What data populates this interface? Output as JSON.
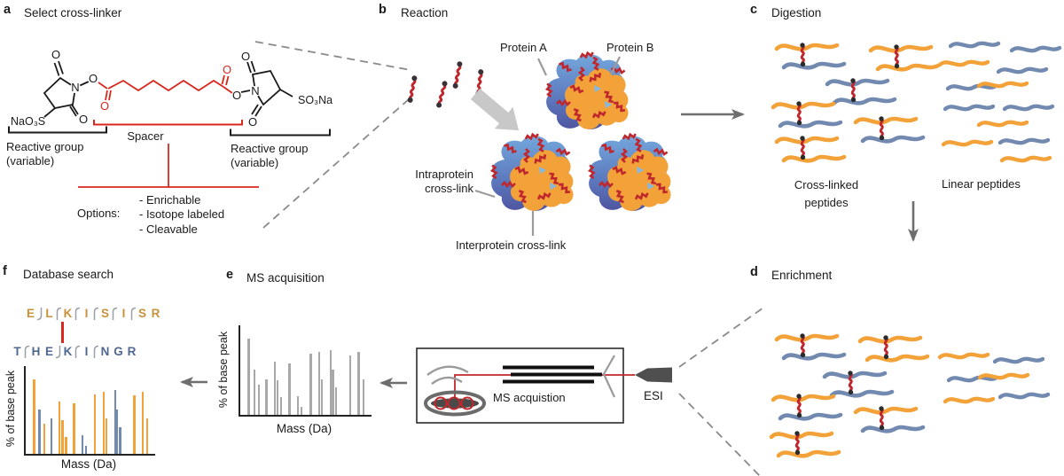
{
  "glyphs": {
    "O": "O",
    "N": "N"
  },
  "colors": {
    "peptide_orange": "#F2A239",
    "peptide_blue": "#7289B0",
    "crosslink_red": "#C0272D",
    "structure_red": "#D7281E",
    "spectrum_gray": "#A8A8A8",
    "arrow_gray": "#6E6E6E",
    "seq_orange": "#C8923B",
    "seq_blue": "#4F678F"
  },
  "panel_a": {
    "label": "a",
    "title": "Select cross-linker",
    "left_salt": "NaO₃S",
    "right_salt": "SO₃Na",
    "spacer_label": "Spacer",
    "reactive_group_left": "Reactive group",
    "reactive_group_left_sub": "(variable)",
    "reactive_group_right": "Reactive group",
    "reactive_group_right_sub": "(variable)",
    "options_label": "Options:",
    "options": [
      "- Enrichable",
      "- Isotope labeled",
      "- Cleavable"
    ]
  },
  "panel_b": {
    "label": "b",
    "title": "Reaction",
    "protein_a_label": "Protein A",
    "protein_b_label": "Protein B",
    "intraprotein_label_line1": "Intraprotein",
    "intraprotein_label_line2": "cross-link",
    "interprotein_label": "Interprotein cross-link"
  },
  "panel_c": {
    "label": "c",
    "title": "Digestion",
    "crosslinked_label_line1": "Cross-linked",
    "crosslinked_label_line2": "peptides",
    "linear_label": "Linear peptides"
  },
  "panel_d": {
    "label": "d",
    "title": "Enrichment"
  },
  "panel_e": {
    "label": "e",
    "title": "MS acquisition",
    "ylabel": "% of base peak",
    "xlabel": "Mass (Da)"
  },
  "instrument": {
    "box_label": "MS acquistion",
    "esi_label": "ESI"
  },
  "panel_f": {
    "label": "f",
    "title": "Database search",
    "ylabel": "% of base peak",
    "xlabel": "Mass (Da)",
    "peptide_alpha": {
      "sequence": "ELKISISR",
      "letters": [
        "E",
        "L",
        "K",
        "I",
        "S",
        "I",
        "S",
        "R"
      ],
      "color": "#C8923B",
      "marks": [
        {
          "gap": 1,
          "dir": "down"
        },
        {
          "gap": 2,
          "dir": "up"
        },
        {
          "gap": 3,
          "dir": "up"
        },
        {
          "gap": 4,
          "dir": "up"
        },
        {
          "gap": 5,
          "dir": "up"
        },
        {
          "gap": 6,
          "dir": "up"
        }
      ],
      "crosslink_residue": "K",
      "crosslink_residue_index": 2
    },
    "peptide_beta": {
      "sequence": "THEKINGR",
      "letters": [
        "T",
        "H",
        "E",
        "K",
        "I",
        "N",
        "G",
        "R"
      ],
      "color": "#4F678F",
      "marks": [
        {
          "gap": 1,
          "dir": "up"
        },
        {
          "gap": 3,
          "dir": "down"
        },
        {
          "gap": 4,
          "dir": "up"
        },
        {
          "gap": 5,
          "dir": "up"
        }
      ],
      "crosslink_residue": "K",
      "crosslink_residue_index": 3
    }
  },
  "chart_data": [
    {
      "id": "panel_e_ms_spectrum",
      "type": "bar",
      "title": "MS acquisition",
      "xlabel": "Mass (Da)",
      "ylabel": "% of base peak",
      "axis_ticks": "none",
      "x_positions_pct": [
        5.6,
        9.9,
        13.4,
        19.0,
        25.4,
        27.5,
        30.3,
        36.6,
        43.0,
        45.8,
        52.8,
        59.4,
        61.4,
        68.3,
        69.9,
        72.0,
        83.1,
        89.4,
        93.0
      ],
      "values": [
        100,
        59,
        40,
        47,
        70,
        45,
        23,
        68,
        25,
        11,
        80,
        83,
        47,
        85,
        59,
        36,
        78,
        83,
        47
      ],
      "bar_color": "#A8A8A8"
    },
    {
      "id": "panel_f_annotated_spectrum",
      "type": "bar",
      "title": "Database search",
      "xlabel": "Mass (Da)",
      "ylabel": "% of base peak",
      "axis_ticks": "none",
      "x_positions_pct": [
        5.6,
        9.9,
        13.4,
        19.0,
        25.4,
        27.5,
        30.3,
        36.6,
        43.0,
        45.8,
        52.8,
        59.4,
        61.4,
        68.3,
        69.9,
        72.0,
        83.1,
        89.4,
        93.0
      ],
      "values": [
        100,
        59,
        40,
        47,
        70,
        45,
        23,
        68,
        25,
        11,
        80,
        83,
        47,
        85,
        59,
        36,
        78,
        83,
        47
      ],
      "bar_colors": [
        "#F2A239",
        "#7289B0",
        "#F2A239",
        "#7289B0",
        "#F2A239",
        "#F2A239",
        "#F2A239",
        "#F2A239",
        "#7289B0",
        "#7289B0",
        "#F2A239",
        "#F2A239",
        "#F2A239",
        "#7289B0",
        "#7289B0",
        "#7289B0",
        "#F2A239",
        "#F2A239",
        "#F2A239"
      ]
    }
  ]
}
